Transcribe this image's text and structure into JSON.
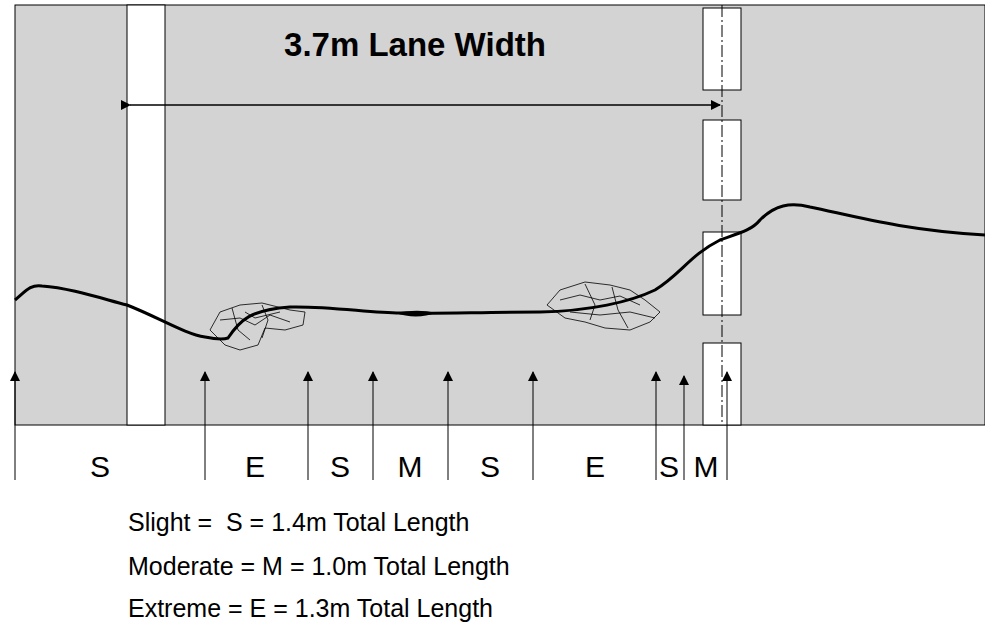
{
  "diagram": {
    "labels": [
      "3.7m Lane Width",
      "S",
      "E",
      "S",
      "M",
      "S",
      "E",
      "S",
      "M",
      "Slight =  S = 1.4m Total Length",
      "Moderate = M = 1.0m Total Length",
      "Extreme = E = 1.3m Total Length"
    ]
  }
}
